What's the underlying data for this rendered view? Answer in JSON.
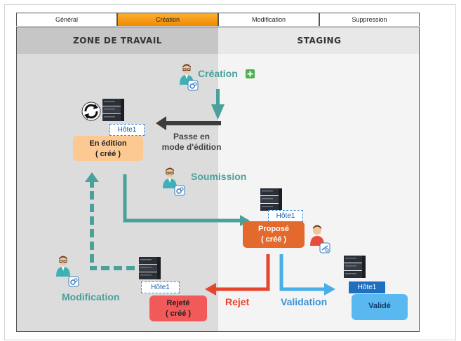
{
  "tabs": [
    "Général",
    "Création",
    "Modification",
    "Suppression"
  ],
  "active_tab": "Création",
  "zones": {
    "left": "ZONE DE TRAVAIL",
    "right": "STAGING"
  },
  "actions": {
    "creation": "Création",
    "passe_line1": "Passe en",
    "passe_line2": "mode d'édition",
    "soumission": "Soumission",
    "modification": "Modification",
    "rejet": "Rejet",
    "validation": "Validation"
  },
  "host_label": "Hôte1",
  "states": {
    "en_edition": {
      "title": "En édition",
      "sub": "( créé )"
    },
    "propose": {
      "title": "Proposé",
      "sub": "( créé )"
    },
    "rejete": {
      "title": "Rejeté",
      "sub": "( créé )"
    },
    "valide": {
      "title": "Validé"
    }
  },
  "colors": {
    "teal": "#4aa09a",
    "blue": "#3a93d6",
    "red": "#e8452f",
    "orange": "#f0883a",
    "peach": "#fcc993",
    "validated": "#5ab8f0"
  }
}
